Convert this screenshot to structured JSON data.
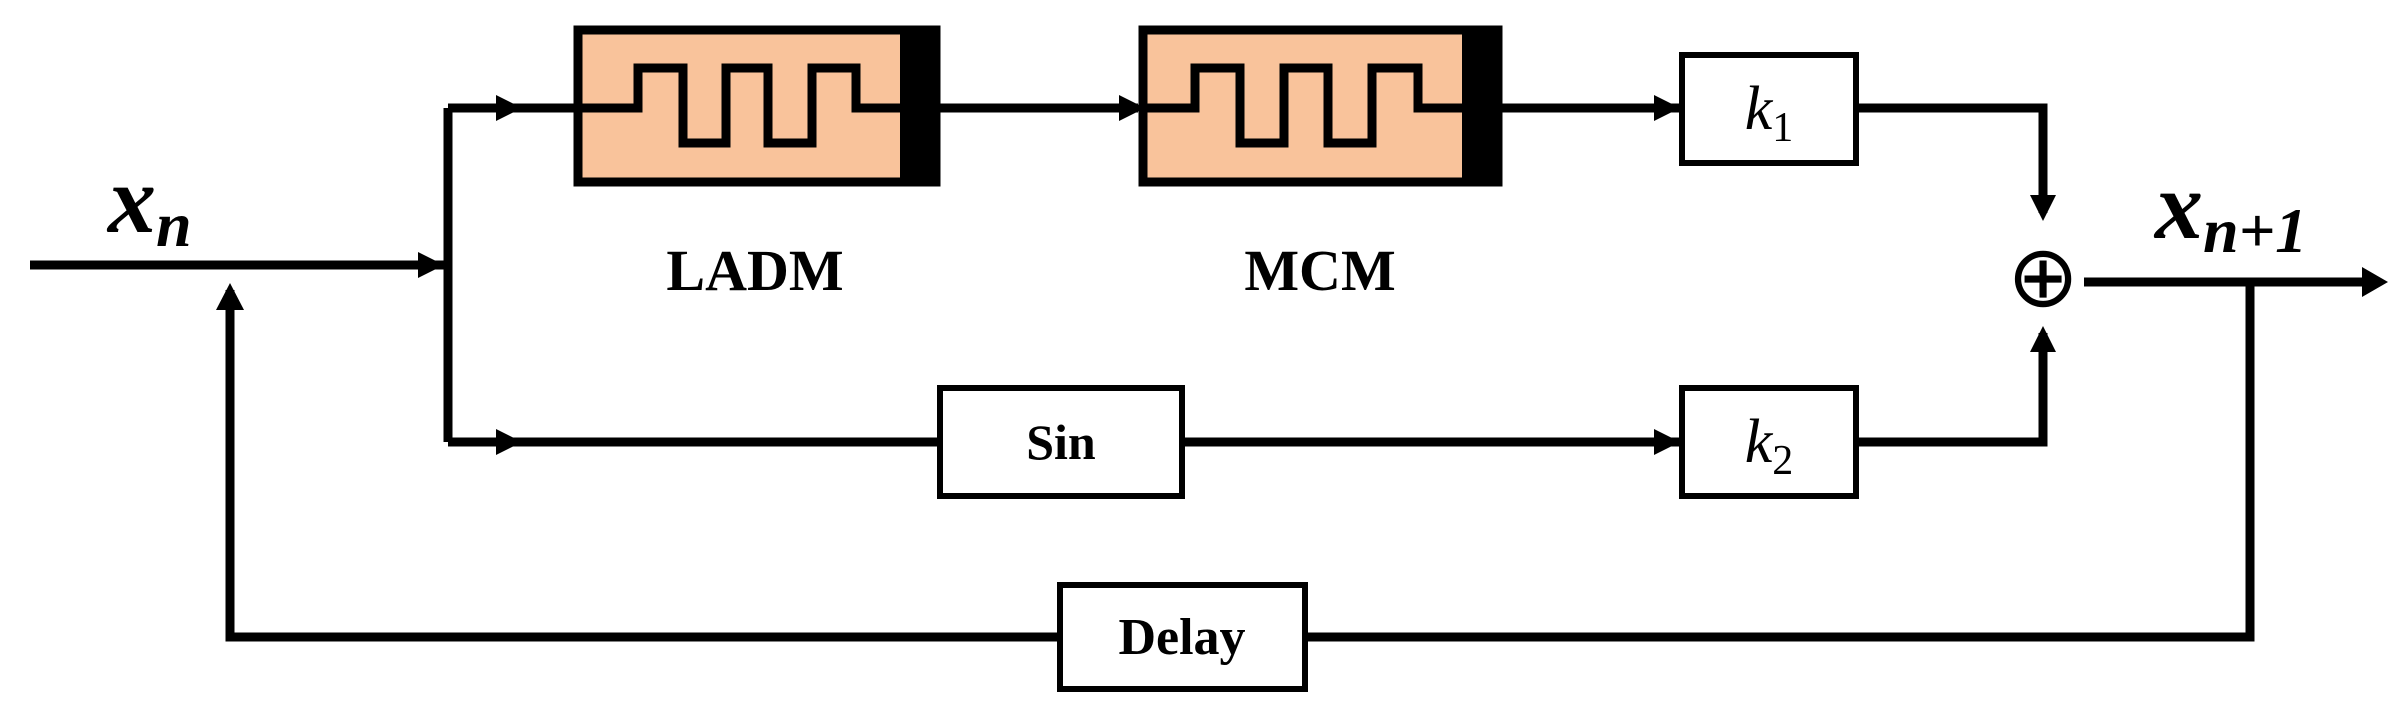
{
  "input": {
    "var": "x",
    "sub": "n"
  },
  "output": {
    "var": "x",
    "sub": "n+1"
  },
  "blocks": {
    "ladm": "LADM",
    "mcm": "MCM",
    "sin": "Sin",
    "delay": "Delay",
    "k1": {
      "var": "k",
      "sub": "1"
    },
    "k2": {
      "var": "k",
      "sub": "2"
    }
  },
  "sum_symbol": "⊕",
  "colors": {
    "line": "#000000",
    "memristor_fill": "#f9c39b",
    "background": "#ffffff"
  },
  "icons": {
    "memristor": "memristor-icon",
    "summing_junction": "summing-junction-icon"
  }
}
